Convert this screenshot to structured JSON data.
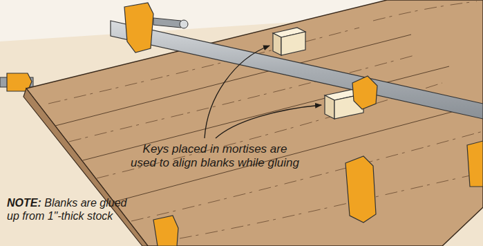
{
  "diagram": {
    "labels": [
      "Keys placed in mortises are used to align blanks while gluing",
      "NOTE:",
      "Blanks are glued up from 1\"-thick stock"
    ]
  }
}
